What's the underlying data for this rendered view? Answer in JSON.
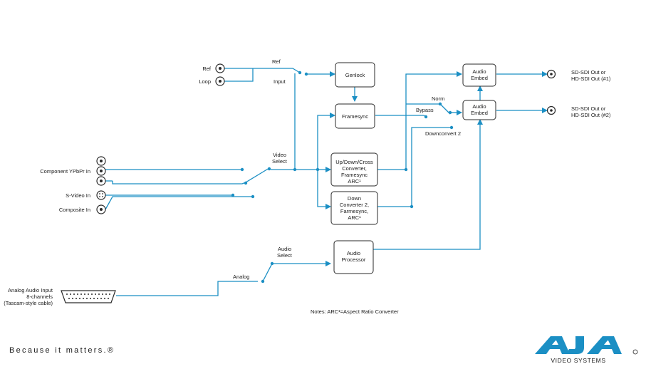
{
  "labels": {
    "ref": "Ref",
    "loop": "Loop",
    "ref_switch": "Ref",
    "input": "Input",
    "component_in": "Component YPbPr In",
    "svideo_in": "S-Video In",
    "composite_in": "Composite In",
    "video_select_1": "Video",
    "video_select_2": "Select",
    "audio_select_1": "Audio",
    "audio_select_2": "Select",
    "analog": "Analog",
    "analog_audio_1": "Analog Audio Input",
    "analog_audio_2": "8-channels",
    "analog_audio_3": "(Tascam-style cable)",
    "norm": "Norm",
    "bypass": "Bypass",
    "downconvert2": "Downconvert 2",
    "out1_1": "SD-SDI Out or",
    "out1_2": "HD-SDI Out (#1)",
    "out2_1": "SD-SDI Out or",
    "out2_2": "HD-SDI Out (#2)",
    "notes": "Notes: ARC¹=Aspect Ratio Converter"
  },
  "blocks": {
    "genlock": "Genlock",
    "framesync": "Framesync",
    "updown_1": "Up/Down/Cross",
    "updown_2": "Converter,",
    "updown_3": "Framesync",
    "updown_4": "ARC¹",
    "down_1": "Down",
    "down_2": "Converter 2,",
    "down_3": "Farmesync,",
    "down_4": "ARC¹",
    "audio_embed_1a": "Audio",
    "audio_embed_1b": "Embed",
    "audio_embed_2a": "Audio",
    "audio_embed_2b": "Embed",
    "audio_proc_1": "Audio",
    "audio_proc_2": "Processor"
  },
  "footer": {
    "tagline": "Because it matters.®",
    "logo_text": "AJA",
    "logo_sub": "VIDEO SYSTEMS"
  },
  "colors": {
    "wire": "#1b8fc4",
    "logo": "#1b8fc4",
    "block_border": "#2a2a2a"
  }
}
